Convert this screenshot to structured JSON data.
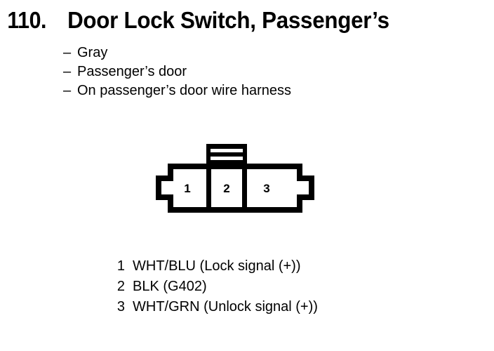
{
  "page": {
    "background_color": "#ffffff",
    "ink_color": "#000000"
  },
  "header": {
    "number": "110.",
    "title": "Door Lock Switch, Passenger’s"
  },
  "attributes": {
    "dash": "–",
    "items": [
      "Gray",
      "Passenger’s door",
      "On passenger’s door wire harness"
    ]
  },
  "connector": {
    "name": "3-pin connector face view",
    "pin_count": 3,
    "pins": [
      {
        "number": "1"
      },
      {
        "number": "2"
      },
      {
        "number": "3"
      }
    ],
    "tab_slots": 2
  },
  "legend": {
    "rows": [
      {
        "number": "1",
        "description": "WHT/BLU (Lock signal (+))"
      },
      {
        "number": "2",
        "description": "BLK (G402)"
      },
      {
        "number": "3",
        "description": "WHT/GRN (Unlock signal (+))"
      }
    ]
  }
}
